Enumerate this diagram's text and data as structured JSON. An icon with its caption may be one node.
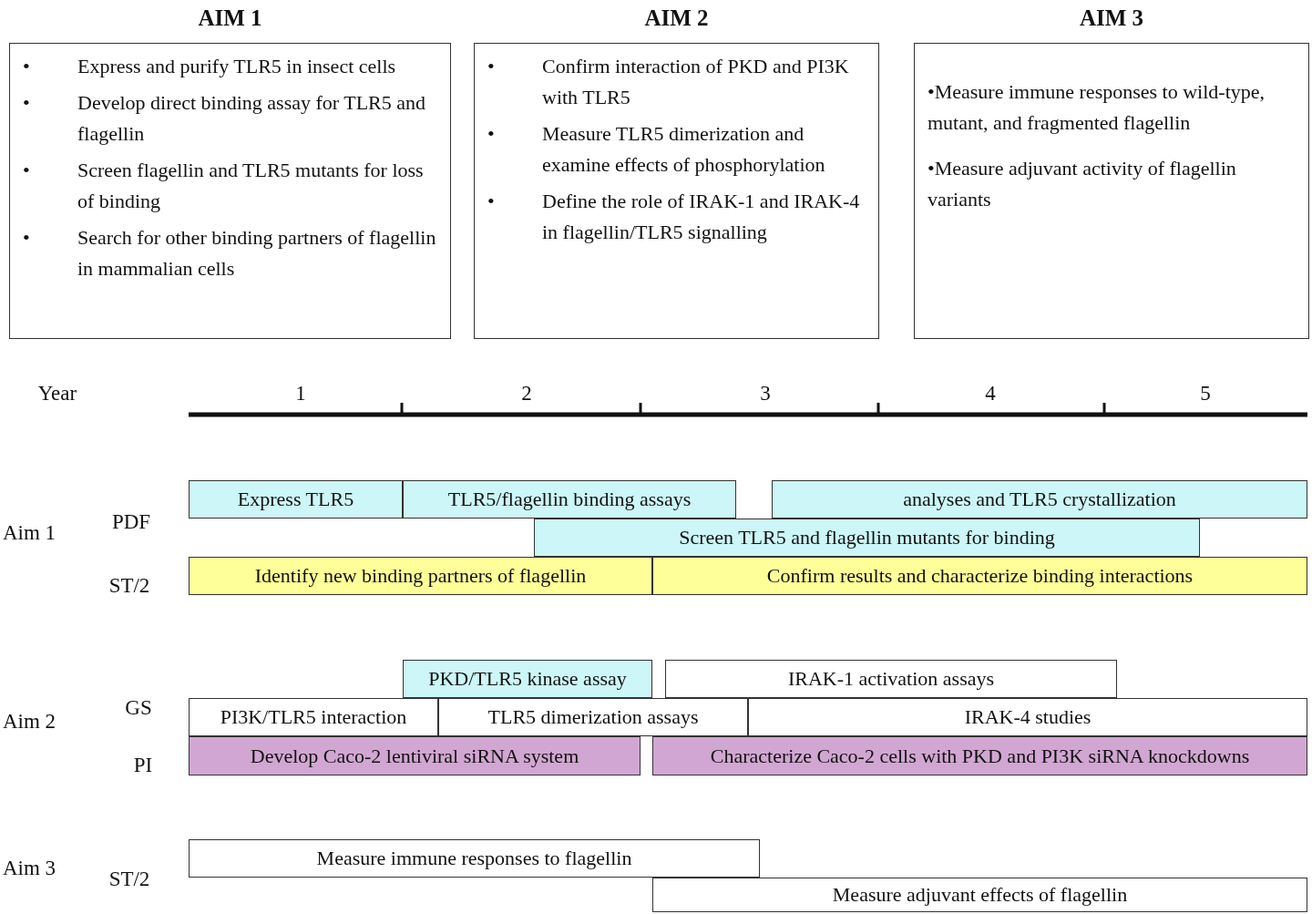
{
  "diagram": {
    "nodes": [
      {
        "text": [
          "AIM 1",
          "•",
          "Express and purify TLR5 in insect cells",
          "•",
          "Develop direct binding assay for TLR5 and flagellin",
          "•",
          "Screen flagellin and TLR5 mutants for loss of binding",
          "•",
          "Search for other binding partners of flagellin in mammalian cells"
        ]
      },
      {
        "text": [
          "AIM 2",
          "•",
          "Confirm interaction of PKD and PI3K with TLR5",
          "•",
          "Measure TLR5 dimerization and examine effects of phosphorylation",
          "•",
          "Define the role of IRAK-1 and IRAK-4 in flagellin/TLR5 signalling"
        ]
      },
      {
        "text": [
          "AIM 3",
          "•Measure immune responses to wild-type, mutant, and fragmented flagellin",
          "•Measure adjuvant activity of flagellin variants"
        ]
      },
      {
        "text": [
          "Express TLR5"
        ]
      },
      {
        "text": [
          "TLR5/flagellin binding assays"
        ]
      },
      {
        "text": [
          "analyses and TLR5 crystallization"
        ]
      },
      {
        "text": [
          "Screen TLR5 and flagellin mutants for binding"
        ]
      },
      {
        "text": [
          "Identify new binding partners of flagellin"
        ]
      },
      {
        "text": [
          "Confirm results and characterize binding interactions"
        ]
      },
      {
        "text": [
          "PKD/TLR5 kinase assay"
        ]
      },
      {
        "text": [
          "IRAK-1 activation assays"
        ]
      },
      {
        "text": [
          "PI3K/TLR5 interaction"
        ]
      },
      {
        "text": [
          "TLR5 dimerization assays"
        ]
      },
      {
        "text": [
          "IRAK-4 studies"
        ]
      },
      {
        "text": [
          "Develop Caco-2 lentiviral siRNA system"
        ]
      },
      {
        "text": [
          "Characterize Caco-2 cells with PKD and PI3K siRNA knockdowns"
        ]
      },
      {
        "text": [
          "Measure immune responses to flagellin"
        ]
      },
      {
        "text": [
          "Measure adjuvant effects of flagellin"
        ]
      }
    ],
    "labels": [
      "Year",
      "1",
      "2",
      "3",
      "4",
      "5",
      "Aim 1",
      "PDF",
      "ST/2",
      "Aim 2",
      "GS",
      "PI",
      "Aim 3",
      "ST/2"
    ]
  }
}
